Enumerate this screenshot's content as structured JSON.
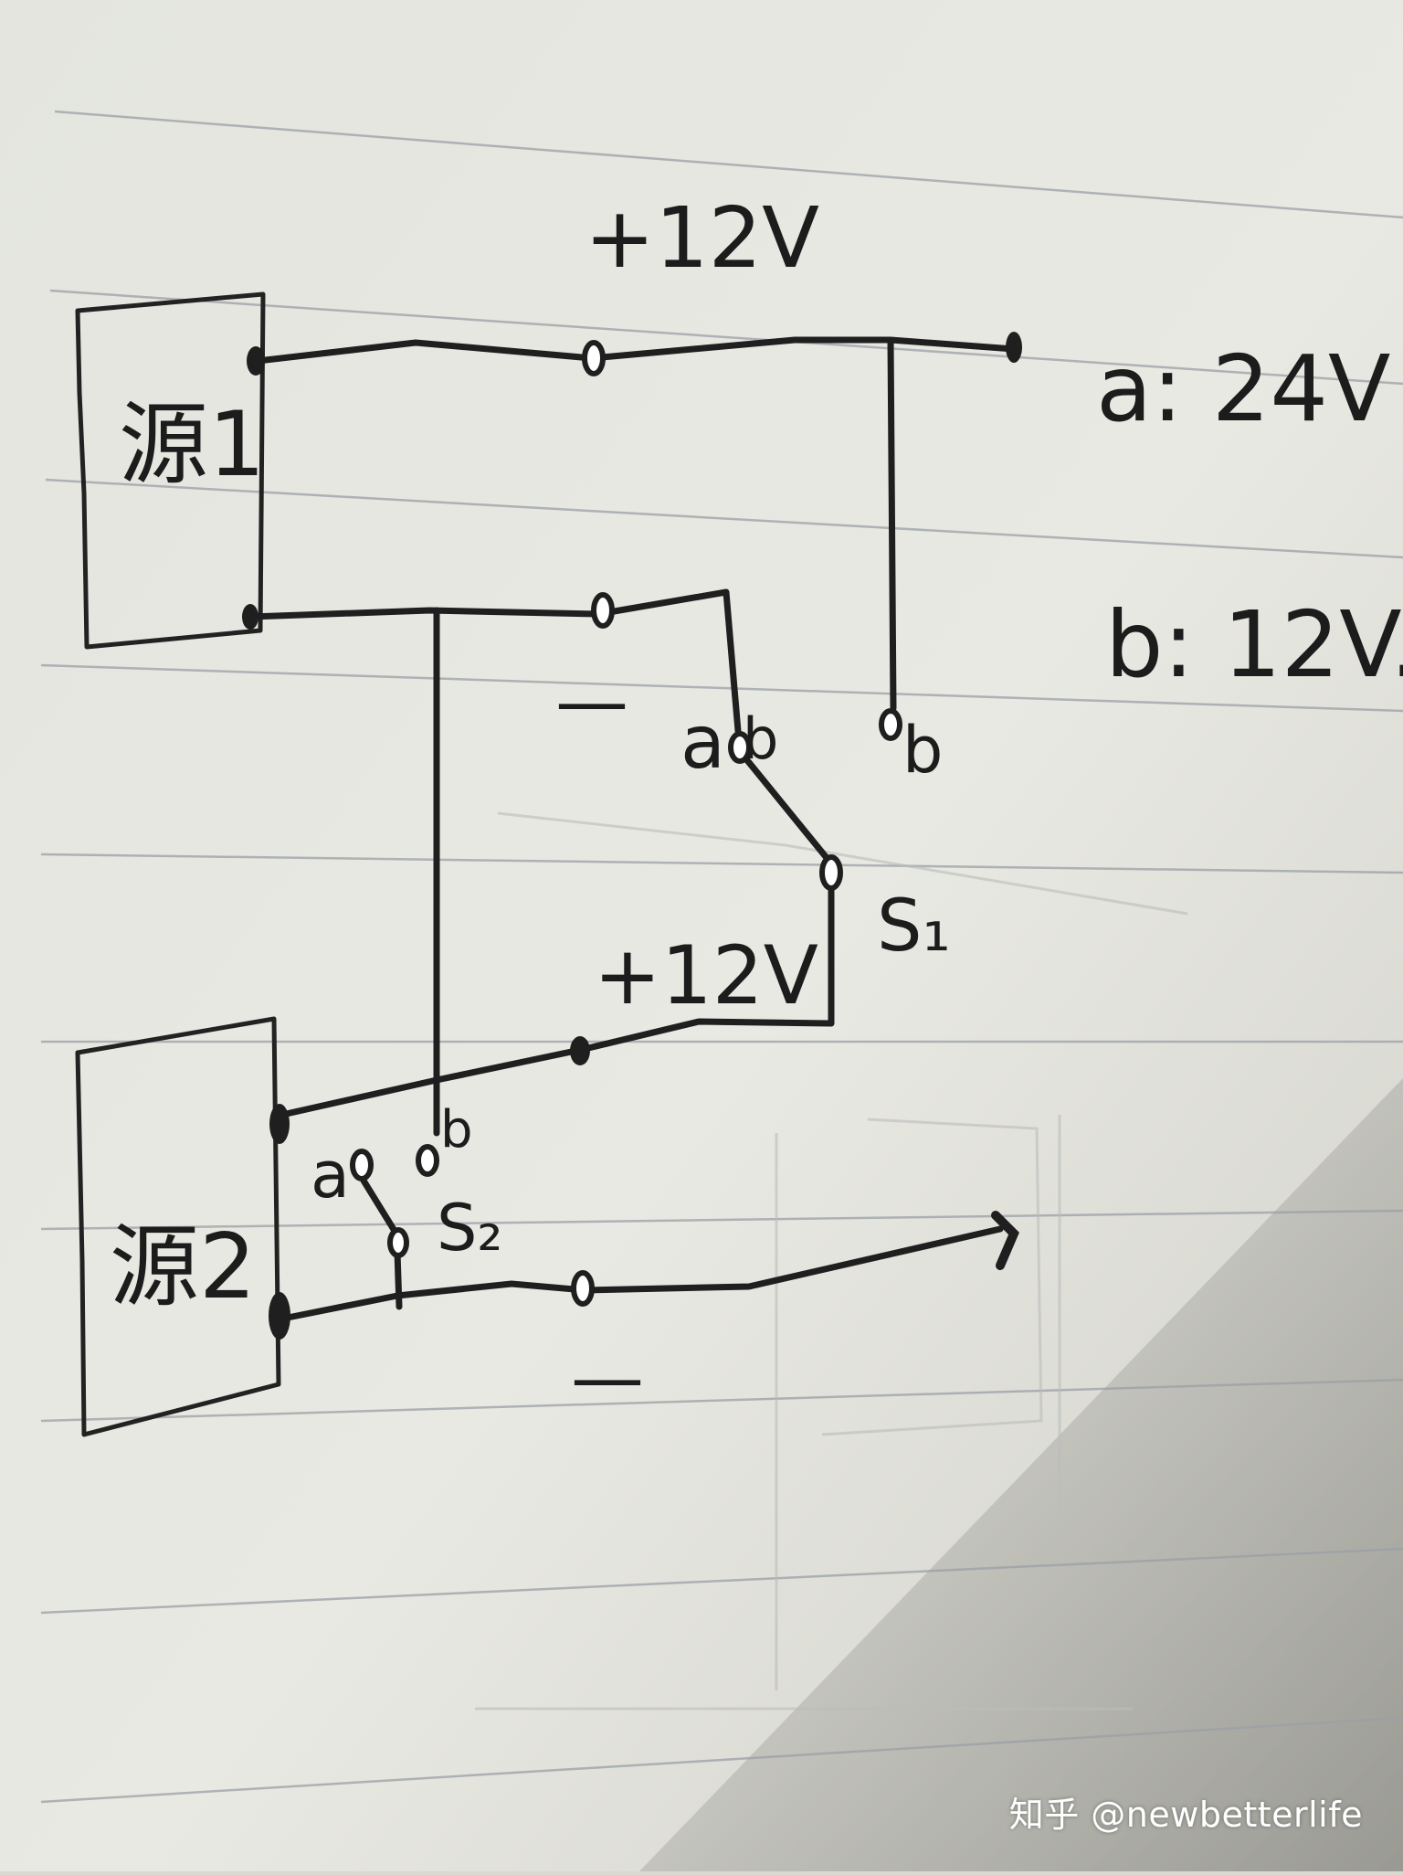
{
  "diagram": {
    "labels": {
      "source1": "源1",
      "source2": "源2",
      "top_plus": "+12V",
      "top_minus": "—",
      "mid_plus": "+12V",
      "bottom_minus": "—",
      "legend_a": "a: 24V",
      "legend_b": "b: 12V.",
      "s1": "S₁",
      "s2": "S₂",
      "s1_a": "a",
      "s1_b": "b",
      "s1_b2": "b",
      "s2_a": "a",
      "s2_b": "b"
    }
  },
  "watermark": "知乎 @newbetterlife",
  "colors": {
    "paper": "#e8e8e2",
    "ink": "#1f1f1f",
    "rule_line": "#9aa0a6"
  }
}
